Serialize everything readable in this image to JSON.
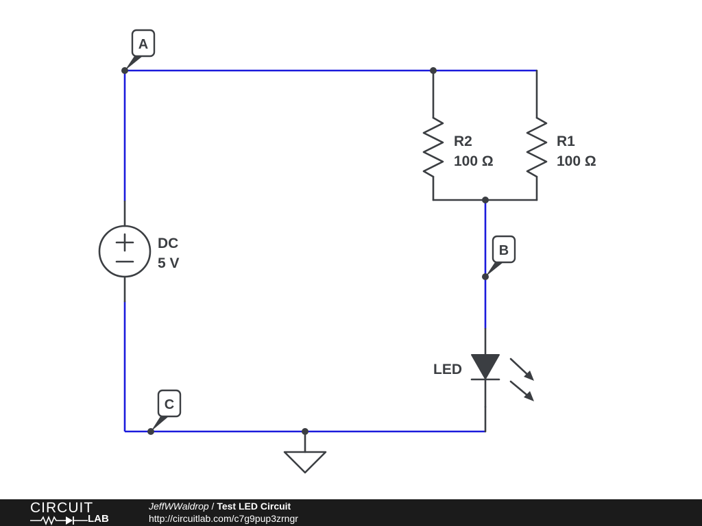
{
  "schematic": {
    "source": {
      "type_label": "DC",
      "value_label": "5 V"
    },
    "resistors": [
      {
        "name": "R2",
        "value": "100 Ω"
      },
      {
        "name": "R1",
        "value": "100 Ω"
      }
    ],
    "led": {
      "label": "LED"
    },
    "nodes": [
      "A",
      "B",
      "C"
    ],
    "colors": {
      "wire": "#1a1adc",
      "component": "#3b3e42"
    }
  },
  "footer": {
    "logo_top": "CIRCUIT",
    "logo_bottom": "LAB",
    "author": "JeffWWaldrop",
    "separator": " / ",
    "title": "Test LED Circuit",
    "url": "http://circuitlab.com/c7g9pup3zrngr"
  }
}
